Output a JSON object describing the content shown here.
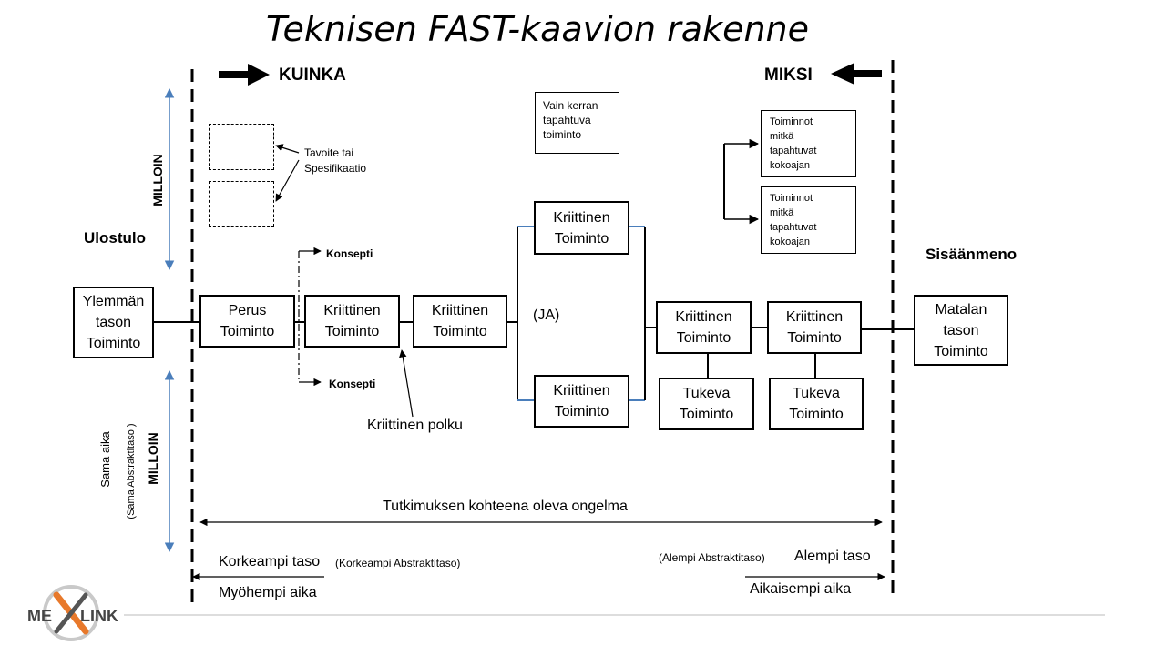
{
  "title": "Teknisen FAST-kaavion rakenne",
  "direction": {
    "how": "KUINKA",
    "why": "MIKSI"
  },
  "side_labels": {
    "output": "Ulostulo",
    "input": "Sisäänmeno",
    "when_top": "MILLOIN",
    "when_bottom": "MILLOIN",
    "same_time": "Sama aika",
    "same_abstraction": "(Sama Abstraktitaso )"
  },
  "goal_label": "Tavoite tai\nSpesifikaatio",
  "concept_top": "Konsepti",
  "concept_bottom": "Konsepti",
  "once_box": "Vain kerran\ntapahtuva\ntoiminto",
  "always_box_1": "Toiminnot\nmitkä\ntapahtuvat\nkokoajan",
  "always_box_2": "Toiminnot\nmitkä\ntapahtuvat\nkokoajan",
  "boxes": {
    "higher": "Ylemmän\ntason\nToiminto",
    "basic": "Perus\nToiminto",
    "crit1": "Kriittinen\nToiminto",
    "crit2": "Kriittinen\nToiminto",
    "crit_top": "Kriittinen\nToiminto",
    "crit_bottom": "Kriittinen\nToiminto",
    "crit3": "Kriittinen\nToiminto",
    "crit4": "Kriittinen\nToiminto",
    "support1": "Tukeva\nToiminto",
    "support2": "Tukeva\nToiminto",
    "lower": "Matalan\ntason\nToiminto"
  },
  "and_label": "(JA)",
  "critical_path": "Kriittinen polku",
  "problem_scope": "Tutkimuksen kohteena oleva ongelma",
  "higher_level": "Korkeampi taso",
  "higher_abstraction": "(Korkeampi  Abstraktitaso)",
  "later_time": "Myöhempi aika",
  "lower_abstraction": "(Alempi Abstraktitaso)",
  "lower_level": "Alempi taso",
  "earlier_time": "Aikaisempi aika",
  "logo": {
    "left": "ME",
    "right": "LINK",
    "accent": "#e8792b"
  }
}
